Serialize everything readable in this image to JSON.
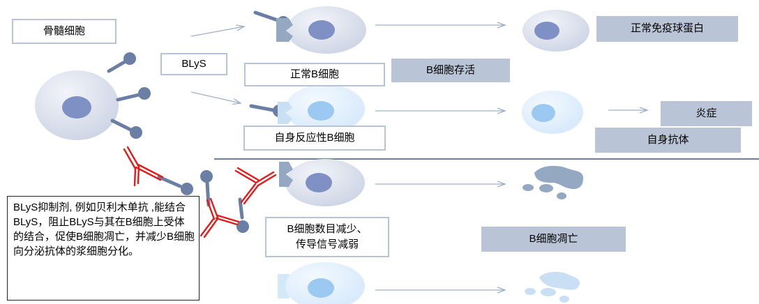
{
  "labels": {
    "bone_marrow": "骨髓细胞",
    "blys": "BLyS",
    "normal_b_cell": "正常B细胞",
    "b_cell_survival": "B细胞存活",
    "normal_immunoglobulin": "正常免疫球蛋白",
    "autoreactive_b_cell": "自身反应性B细胞",
    "inflammation": "炎症",
    "autoantibody": "自身抗体",
    "b_cell_reduction": "B细胞数目减少、\n传导信号减弱",
    "b_cell_apoptosis": "B细胞凋亡"
  },
  "note": "BLyS抑制剂, 例如贝利木单抗 ,能结合 BLyS，阻止BLyS与其在B细胞上受体的结合，促使B细胞凋亡，并减少B细胞向分泌抗体的浆细胞分化。",
  "colors": {
    "cell_outer": "#d5dcea",
    "cell_nucleus": "#7f91c4",
    "blue_cell_outer": "#dcebfa",
    "blue_cell_nucleus": "#9cc9f2",
    "receptor": "#6a7fa3",
    "antibody": "#e21b1b",
    "arrow": "#9fb0c6",
    "box_fill": "#b9c5d7",
    "box_border": "#b7c3d6",
    "divider": "#6f8094"
  }
}
